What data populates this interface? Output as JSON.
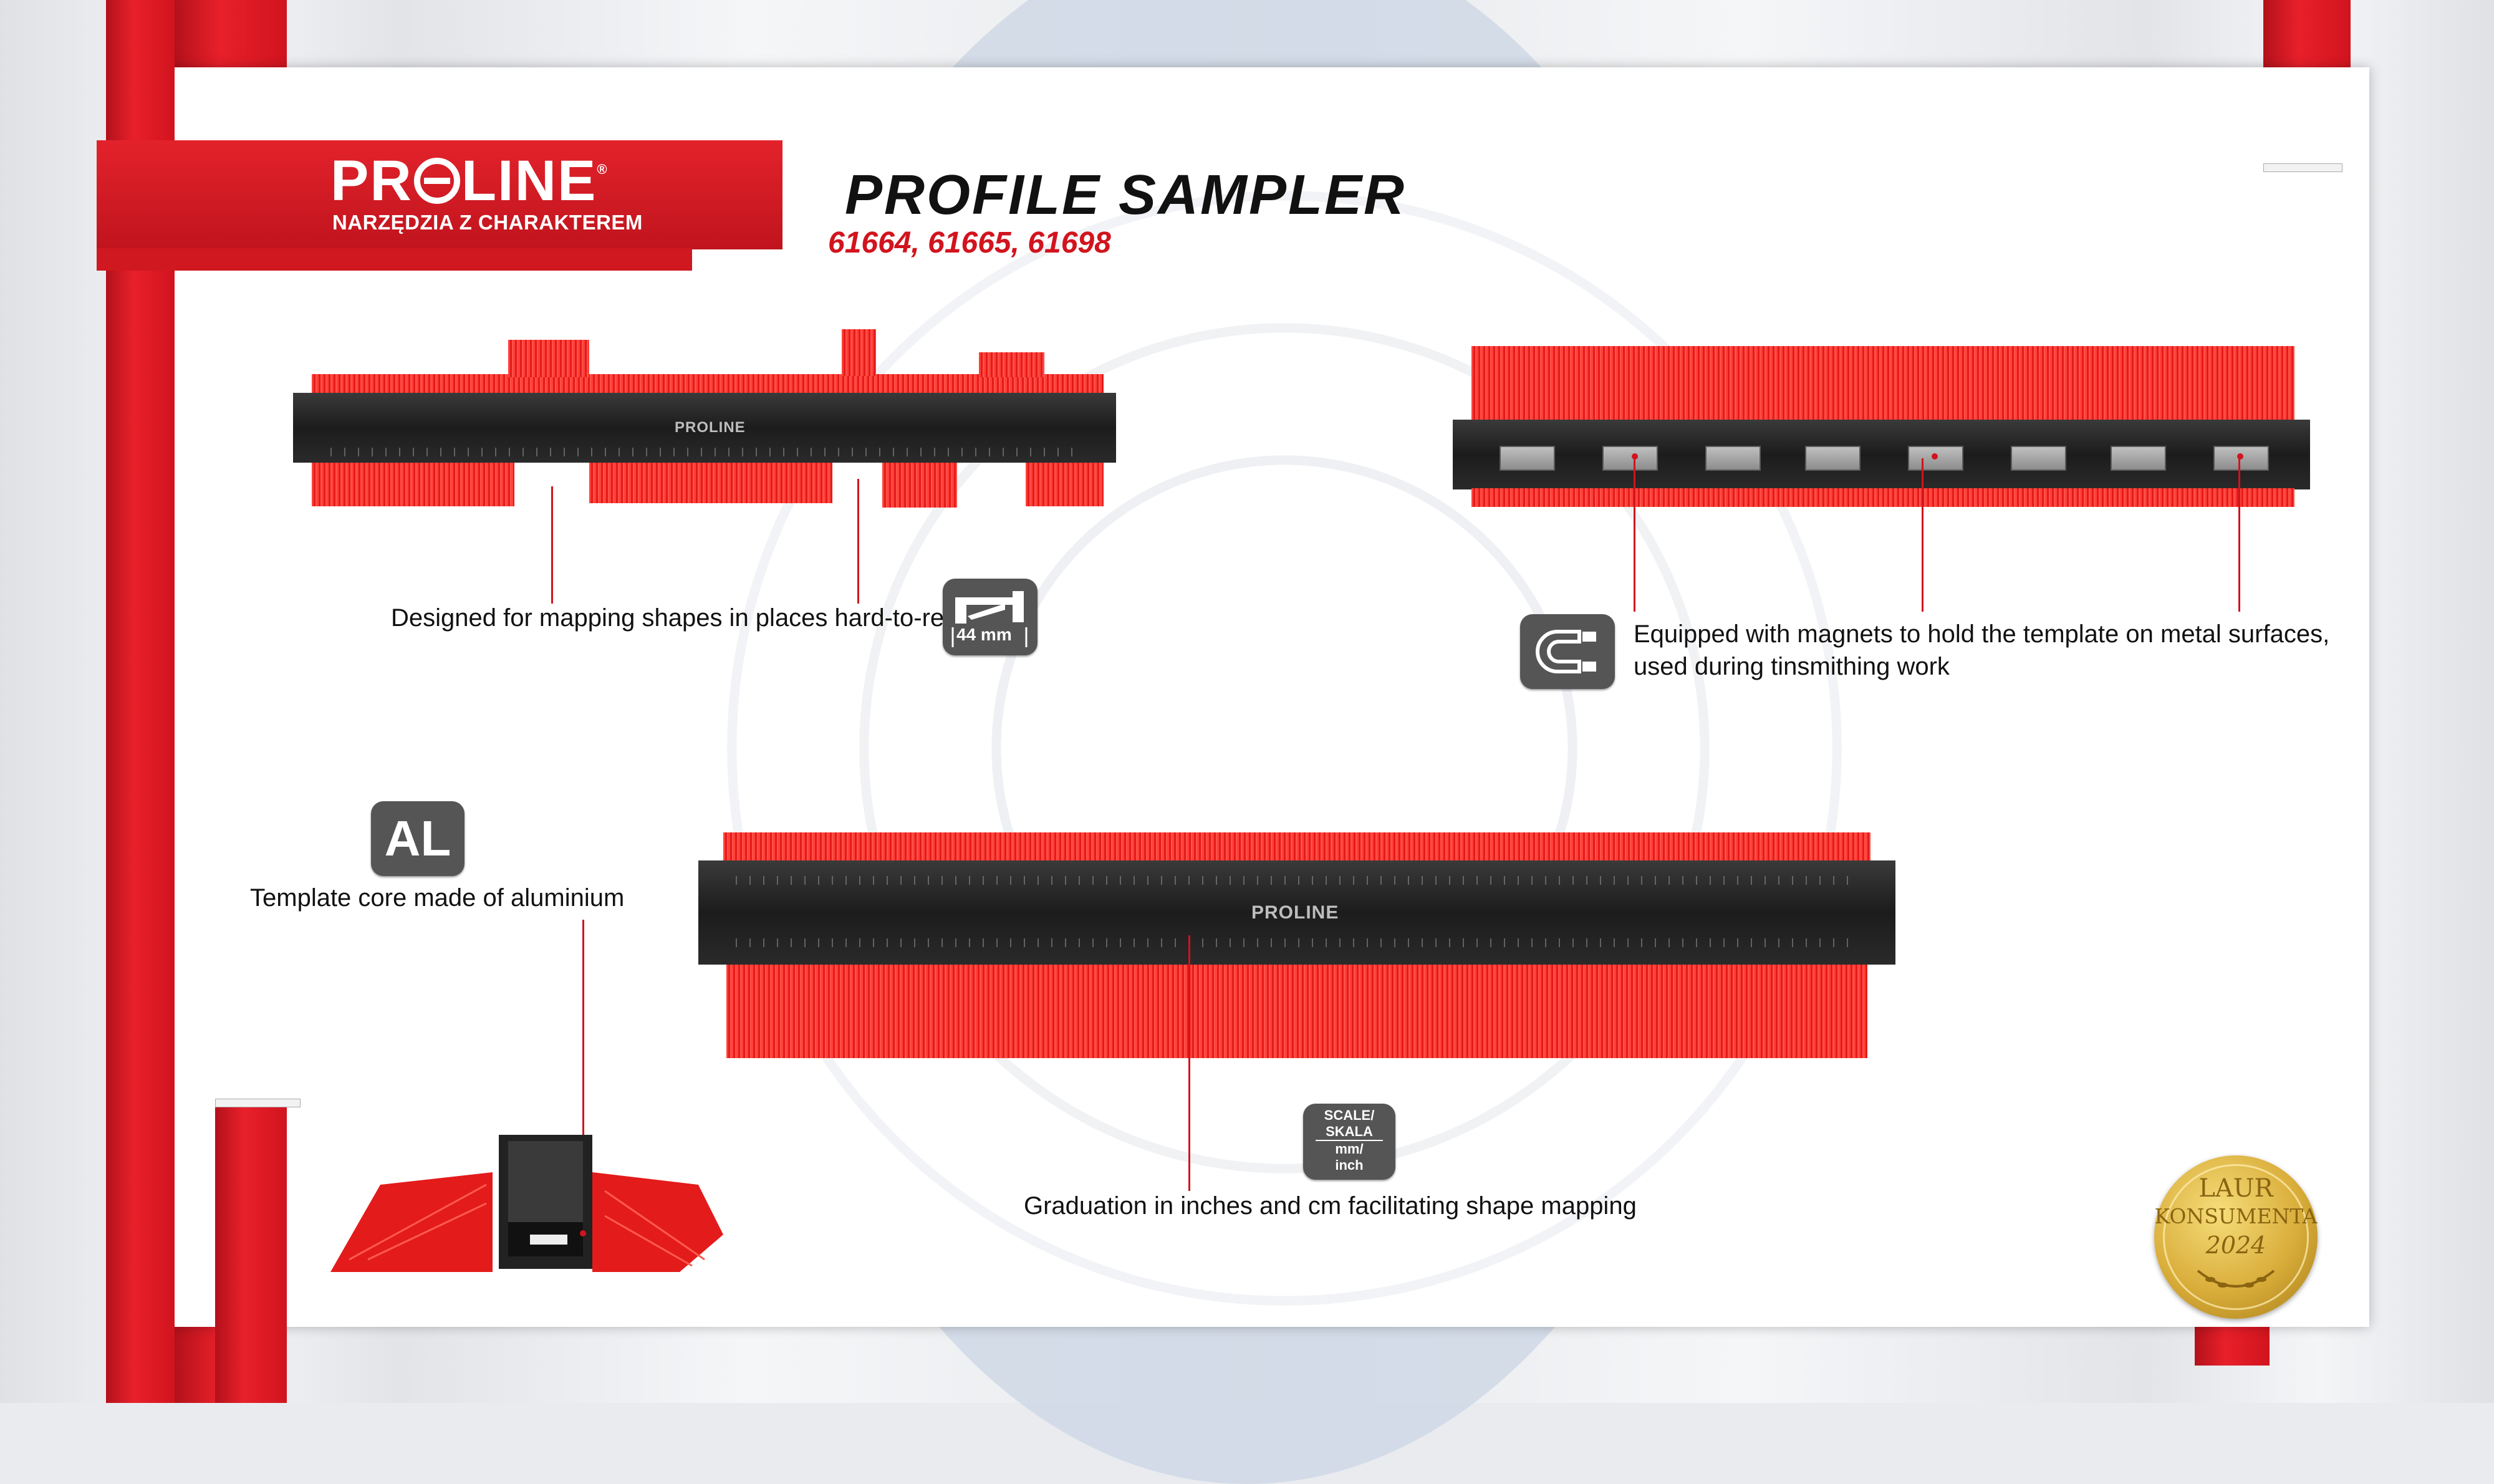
{
  "brand": {
    "logo_pre": "PR",
    "logo_post": "LINE",
    "registered": "®",
    "tagline": "NARZĘDZIA Z CHARAKTEREM",
    "color": "#d1141e"
  },
  "header": {
    "title": "PROFILE SAMPLER",
    "codes": "61664, 61665, 61698"
  },
  "features": {
    "hard_to_reach": "Designed for mapping shapes in places  hard-to-reach",
    "depth_badge": "44 mm",
    "magnets_line1": "Equipped with magnets to hold the template on metal surfaces,",
    "magnets_line2": "used during tinsmithing work",
    "al_badge": "AL",
    "aluminium": "Template core made of aluminium",
    "scale_badge": [
      "SCALE/",
      "SKALA",
      "mm/",
      "inch"
    ],
    "graduation": "Graduation in inches and cm facilitating shape mapping"
  },
  "product_logo": "PROLINE",
  "award": {
    "line1": "LAUR",
    "line2": "KONSUMENTA",
    "year": "2024"
  },
  "icons": [
    "depth-44mm-icon",
    "magnet-icon",
    "aluminium-icon",
    "scale-icon",
    "laurel-icon"
  ]
}
